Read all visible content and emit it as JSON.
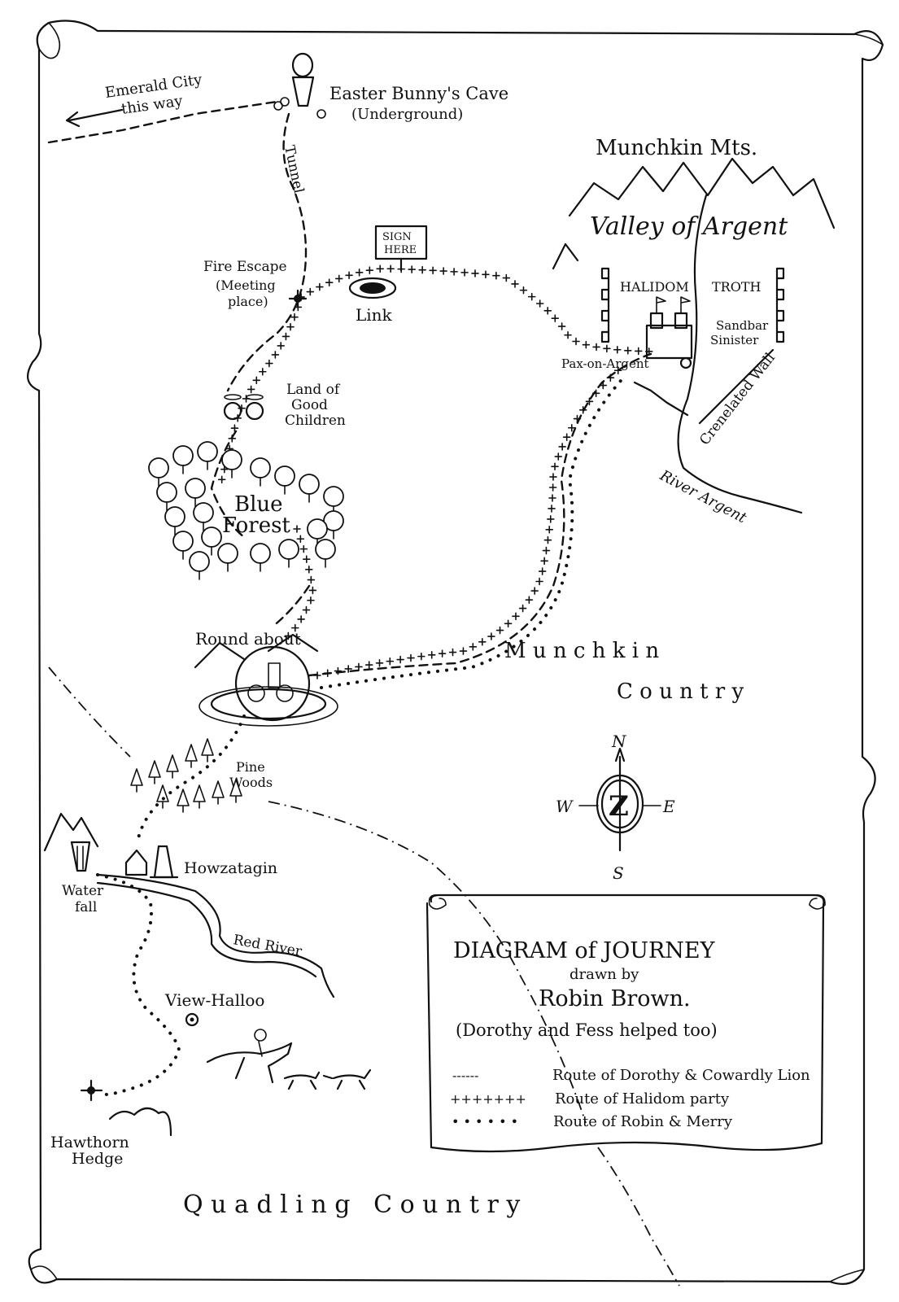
{
  "map": {
    "legend": {
      "title": "DIAGRAM of JOURNEY",
      "drawn_by": "drawn by",
      "author": "Robin Brown.",
      "note": "(Dorothy and Fess helped too)",
      "routes": [
        {
          "symbol": "------",
          "label": "Route of Dorothy & Cowardly Lion"
        },
        {
          "symbol": "+++++++",
          "label": "Route of Halidom party"
        },
        {
          "symbol": "• • • • • •",
          "label": "Route of Robin & Merry"
        }
      ]
    },
    "places": {
      "emerald_city_1": "Emerald City",
      "emerald_city_2": "this way",
      "easter_bunny_1": "Easter Bunny's Cave",
      "easter_bunny_2": "(Underground)",
      "tunnel": "Tunnel",
      "munchkin_mts": "Munchkin Mts.",
      "valley_of_argent": "Valley of Argent",
      "halidom": "HALIDOM",
      "troth": "TROTH",
      "sandbar_1": "Sandbar",
      "sandbar_2": "Sinister",
      "pax_on_argent": "Pax-on-Argent",
      "crenelated_wall": "Crenelated Wall",
      "river_argent": "River Argent",
      "sign_1": "SIGN",
      "sign_2": "HERE",
      "fire_escape_1": "Fire Escape",
      "fire_escape_2": "(Meeting",
      "fire_escape_3": "place)",
      "link": "Link",
      "good_children_1": "Land of",
      "good_children_2": "Good",
      "good_children_3": "Children",
      "blue_forest_1": "Blue",
      "blue_forest_2": "Forest",
      "roundabout": "Round about",
      "munchkin_country_1": "M u n c h k i n",
      "munchkin_country_2": "C o u n t r y",
      "pine_woods_1": "Pine",
      "pine_woods_2": "Woods",
      "howzatagin": "Howzatagin",
      "waterfall_1": "Water",
      "waterfall_2": "fall",
      "red_river": "Red River",
      "view_halloo": "View-Halloo",
      "hawthorn_1": "Hawthorn",
      "hawthorn_2": "Hedge",
      "quadling_country": "Q u a d l i n g   C o u n t r y"
    },
    "compass": {
      "n": "N",
      "s": "S",
      "e": "E",
      "w": "W",
      "center": "Z"
    }
  }
}
